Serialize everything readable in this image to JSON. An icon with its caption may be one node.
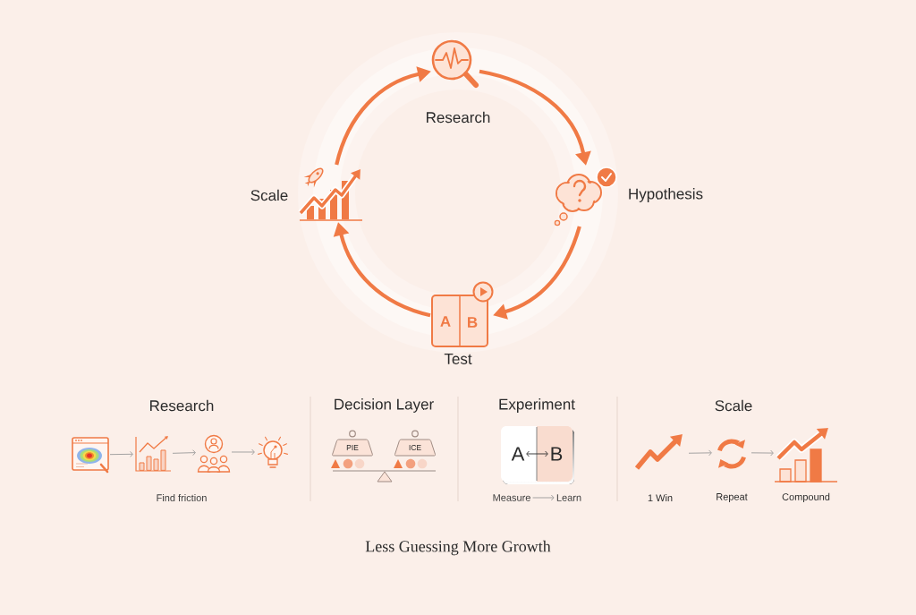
{
  "diagram": {
    "caption": "Less Guessing More Growth",
    "nodes": [
      {
        "text": [],
        "shape": "picture",
        "beside": [
          "Research"
        ]
      },
      {
        "text": [],
        "shape": "picture",
        "beside": [
          "Scale"
        ]
      },
      {
        "text": [],
        "shape": "picture",
        "beside": [
          "Hypothesis"
        ]
      },
      {
        "text": [],
        "shape": "picture",
        "beside": [
          "Test"
        ]
      },
      {
        "text": [],
        "shape": "picture"
      },
      {
        "text": [],
        "shape": "picture"
      },
      {
        "text": [],
        "shape": "picture"
      },
      {
        "text": [],
        "shape": "picture"
      },
      {
        "text": [
          "PIE"
        ]
      },
      {
        "text": [
          "ICE"
        ]
      },
      {
        "text": [],
        "shape": "box"
      },
      {
        "text": [
          "A"
        ],
        "in": 10
      },
      {
        "text": [
          "B"
        ],
        "in": 10
      },
      {
        "text": [
          "Measure"
        ]
      },
      {
        "text": [
          "Learn"
        ]
      },
      {
        "text": [],
        "shape": "picture",
        "beside": [
          "1 Win"
        ]
      },
      {
        "text": [],
        "shape": "picture",
        "beside": [
          "Repeat"
        ]
      },
      {
        "text": [],
        "shape": "picture",
        "beside": [
          "Compound"
        ]
      }
    ],
    "edges": [
      {
        "from": 0,
        "to": 2,
        "arrow": "to",
        "style": "thick",
        "color": "#f07a45"
      },
      {
        "from": 2,
        "to": 3,
        "arrow": "to",
        "style": "thick",
        "color": "#f07a45"
      },
      {
        "from": 3,
        "to": 1,
        "arrow": "to",
        "style": "thick",
        "color": "#f07a45"
      },
      {
        "from": 1,
        "to": 0,
        "arrow": "to",
        "style": "thick",
        "color": "#f07a45"
      },
      {
        "from": 4,
        "to": 5,
        "arrow": "to"
      },
      {
        "from": 5,
        "to": 6,
        "arrow": "to"
      },
      {
        "from": 6,
        "to": 7,
        "arrow": "to"
      },
      {
        "from": 11,
        "to": 12,
        "arrow": "both",
        "color": "#2b2b2b"
      },
      {
        "from": 13,
        "to": 14,
        "arrow": "to"
      },
      {
        "from": 15,
        "to": 16,
        "arrow": "to"
      },
      {
        "from": 16,
        "to": 17,
        "arrow": "to"
      }
    ],
    "labels": [
      "A",
      "B",
      "Research",
      "Decision Layer",
      "Experiment",
      "Scale",
      "Find friction"
    ]
  }
}
